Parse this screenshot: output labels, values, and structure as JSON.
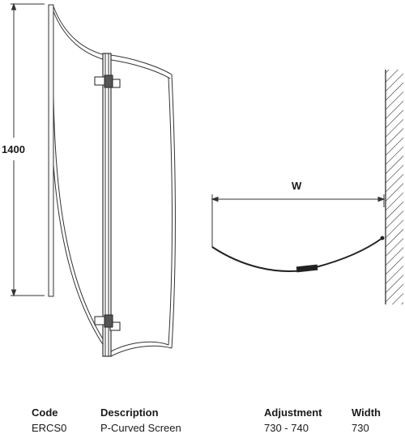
{
  "drawing": {
    "height_label": "1400",
    "width_label": "W"
  },
  "table": {
    "headers": {
      "code": "Code",
      "description": "Description",
      "adjustment": "Adjustment",
      "width": "Width"
    },
    "row": {
      "code": "ERCS0",
      "description": "P-Curved Screen",
      "adjustment": "730 - 740",
      "width": "730"
    }
  }
}
